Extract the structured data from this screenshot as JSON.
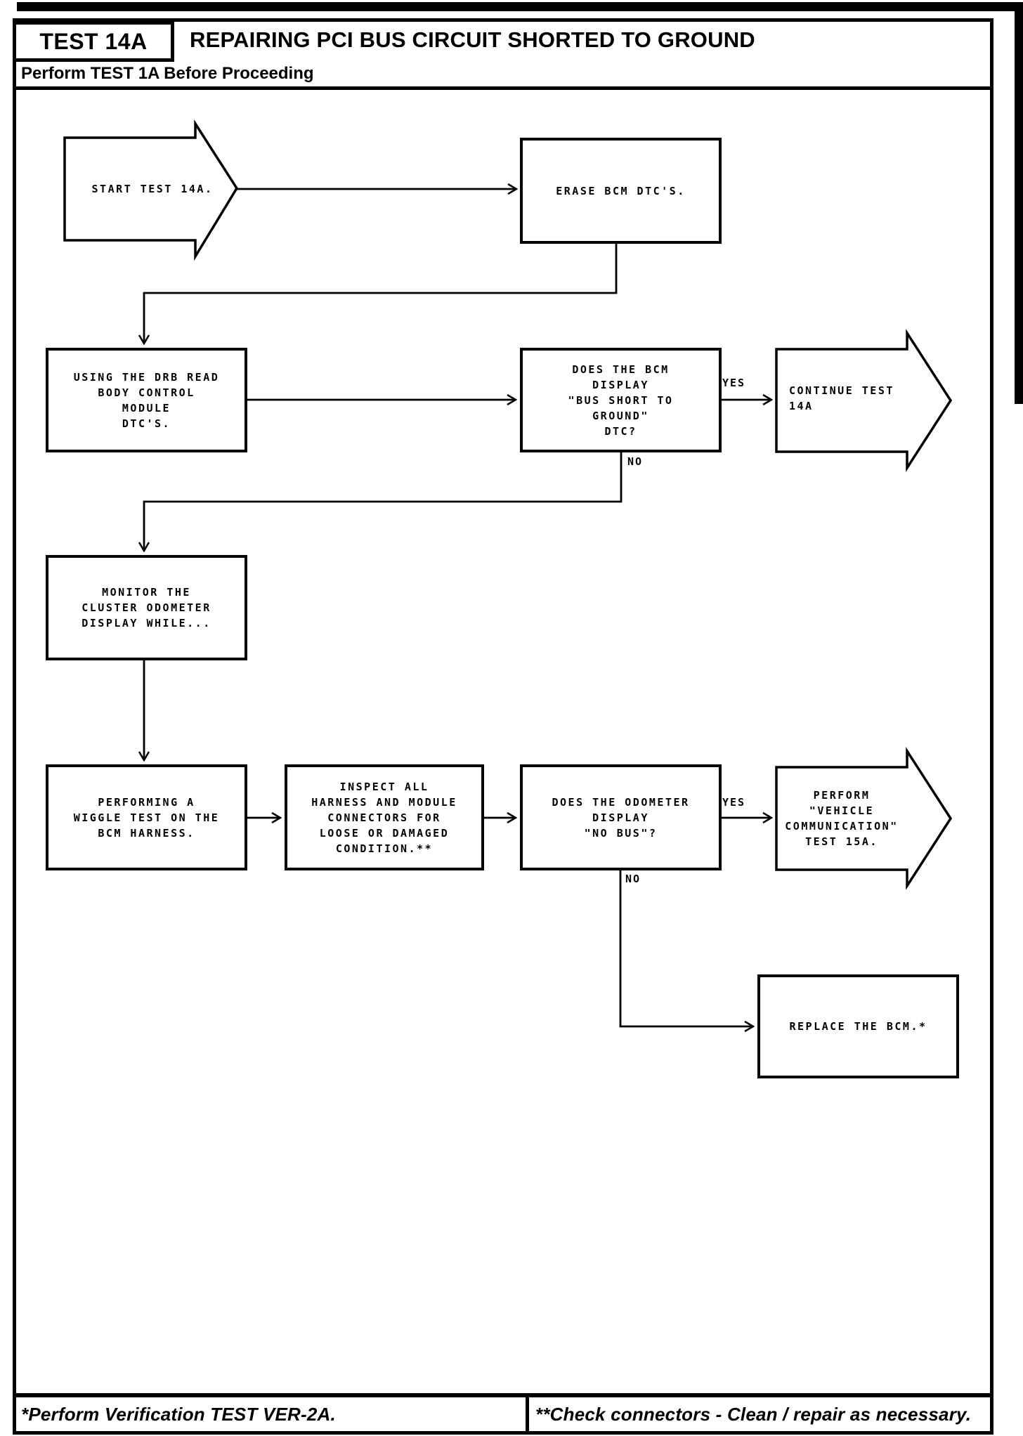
{
  "header": {
    "test_label": "TEST 14A",
    "title": "REPAIRING PCI BUS CIRCUIT SHORTED TO GROUND",
    "subtitle": "Perform TEST 1A Before Proceeding"
  },
  "flowchart": {
    "nodes": {
      "start": {
        "type": "start-arrow",
        "lines": [
          "START TEST 14A."
        ]
      },
      "erase": {
        "type": "process",
        "lines": [
          "ERASE BCM DTC'S."
        ]
      },
      "using_drb": {
        "type": "process",
        "lines": [
          "USING THE DRB READ",
          "BODY CONTROL",
          "MODULE",
          "DTC'S."
        ]
      },
      "bcm_display_q": {
        "type": "decision",
        "lines": [
          "DOES THE BCM",
          "DISPLAY",
          "\"BUS SHORT TO",
          "GROUND\"",
          "DTC?"
        ]
      },
      "continue_test": {
        "type": "exit-arrow",
        "lines": [
          "CONTINUE TEST",
          "14A"
        ]
      },
      "monitor": {
        "type": "process",
        "lines": [
          "MONITOR THE",
          "CLUSTER ODOMETER",
          "DISPLAY WHILE..."
        ]
      },
      "wiggle": {
        "type": "process",
        "lines": [
          "PERFORMING A",
          "WIGGLE TEST ON THE",
          "BCM HARNESS."
        ]
      },
      "inspect": {
        "type": "process",
        "lines": [
          "INSPECT ALL",
          "HARNESS AND MODULE",
          "CONNECTORS FOR",
          "LOOSE OR DAMAGED",
          "CONDITION.**"
        ]
      },
      "odometer_q": {
        "type": "decision",
        "lines": [
          "DOES THE ODOMETER",
          "DISPLAY",
          "\"NO BUS\"?"
        ]
      },
      "perform_15a": {
        "type": "exit-arrow",
        "lines": [
          "PERFORM",
          "\"VEHICLE",
          "COMMUNICATION\"",
          "TEST 15A."
        ]
      },
      "replace_bcm": {
        "type": "process",
        "lines": [
          "REPLACE THE BCM.*"
        ]
      }
    },
    "branch_labels": {
      "yes1": "YES",
      "no1": "NO",
      "yes2": "YES",
      "no2": "NO"
    }
  },
  "footer": {
    "note1": "*Perform Verification TEST VER-2A.",
    "note2": "**Check connectors - Clean / repair as necessary."
  },
  "colors": {
    "ink": "#000000",
    "paper": "#ffffff"
  }
}
